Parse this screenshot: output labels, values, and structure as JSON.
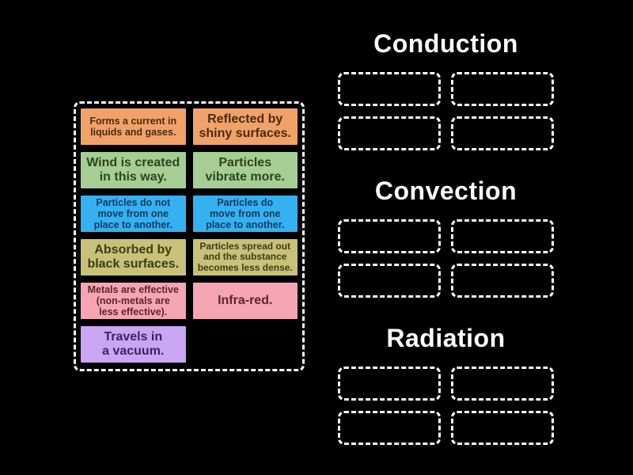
{
  "colors": {
    "background": "#000000",
    "outline": "#ffffff",
    "title_text": "#ffffff"
  },
  "tray": {
    "cards": [
      {
        "label": "Forms a current in\nliquids and gases.",
        "bg_color": "#F1A268",
        "text_color": "#4A2A12",
        "text_size": "small"
      },
      {
        "label": "Reflected by\nshiny surfaces.",
        "bg_color": "#F1A268",
        "text_color": "#4A2A12",
        "text_size": "large"
      },
      {
        "label": "Wind is created\nin this way.",
        "bg_color": "#A6CD93",
        "text_color": "#2B461E",
        "text_size": "large"
      },
      {
        "label": "Particles\nvibrate more.",
        "bg_color": "#A6CD93",
        "text_color": "#2B461E",
        "text_size": "large"
      },
      {
        "label": "Particles do not\nmove from one\nplace to another.",
        "bg_color": "#35B1F2",
        "text_color": "#14395B",
        "text_size": "small"
      },
      {
        "label": "Particles do\nmove from one\nplace to another.",
        "bg_color": "#35B1F2",
        "text_color": "#14395B",
        "text_size": "small"
      },
      {
        "label": "Absorbed by\nblack surfaces.",
        "bg_color": "#C7C17A",
        "text_color": "#403C11",
        "text_size": "large"
      },
      {
        "label": "Particles spread out\nand the substance\nbecomes less dense.",
        "bg_color": "#C7C17A",
        "text_color": "#403C11",
        "text_size": "xsmall"
      },
      {
        "label": "Metals are effective\n(non-metals are\nless effective).",
        "bg_color": "#F6A5B4",
        "text_color": "#5C2532",
        "text_size": "small"
      },
      {
        "label": "Infra-red.",
        "bg_color": "#F6A5B4",
        "text_color": "#5C2532",
        "text_size": "large"
      },
      {
        "label": "Travels in\na vacuum.",
        "bg_color": "#C9A5F3",
        "text_color": "#3B2560",
        "text_size": "large"
      }
    ]
  },
  "groups": [
    {
      "title": "Conduction",
      "slot_count": 4
    },
    {
      "title": "Convection",
      "slot_count": 4
    },
    {
      "title": "Radiation",
      "slot_count": 4
    }
  ]
}
